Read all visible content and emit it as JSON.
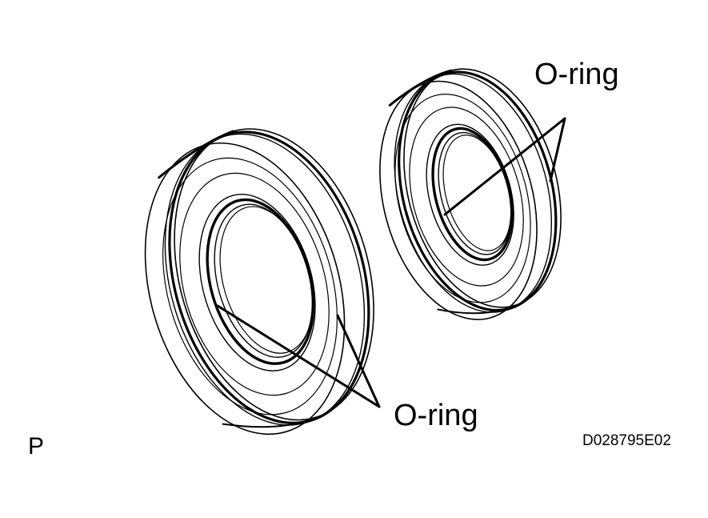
{
  "diagram": {
    "labels": {
      "oring_top": "O-ring",
      "oring_bottom": "O-ring",
      "corner_letter": "P",
      "figure_code": "D028795E02"
    },
    "colors": {
      "line": "#000000",
      "background": "#ffffff"
    }
  }
}
